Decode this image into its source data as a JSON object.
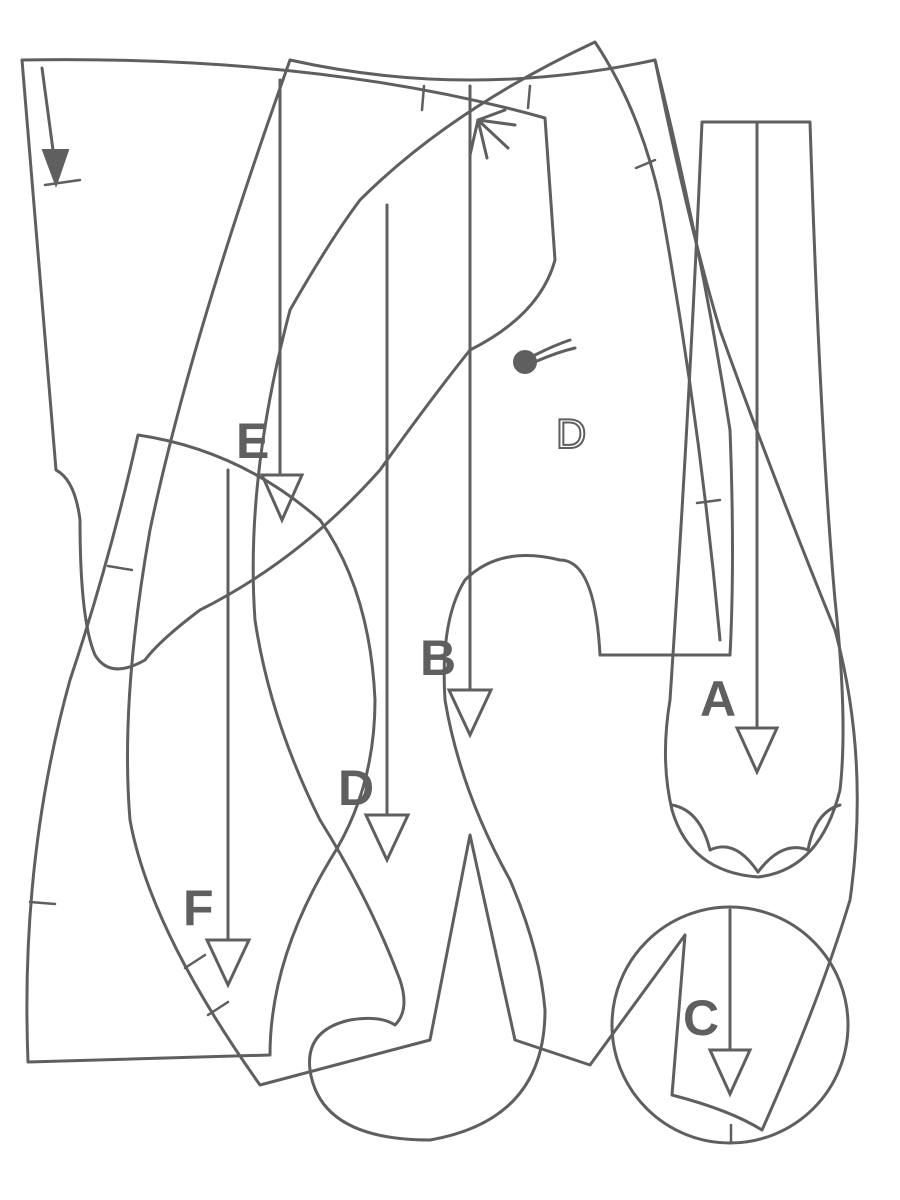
{
  "diagram": {
    "stroke_color": "#5f5f5f",
    "background": "#ffffff",
    "piece_labels": {
      "a": "A",
      "b": "B",
      "c": "C",
      "d": "D",
      "e": "E",
      "f": "F",
      "d_outline": "D"
    }
  }
}
